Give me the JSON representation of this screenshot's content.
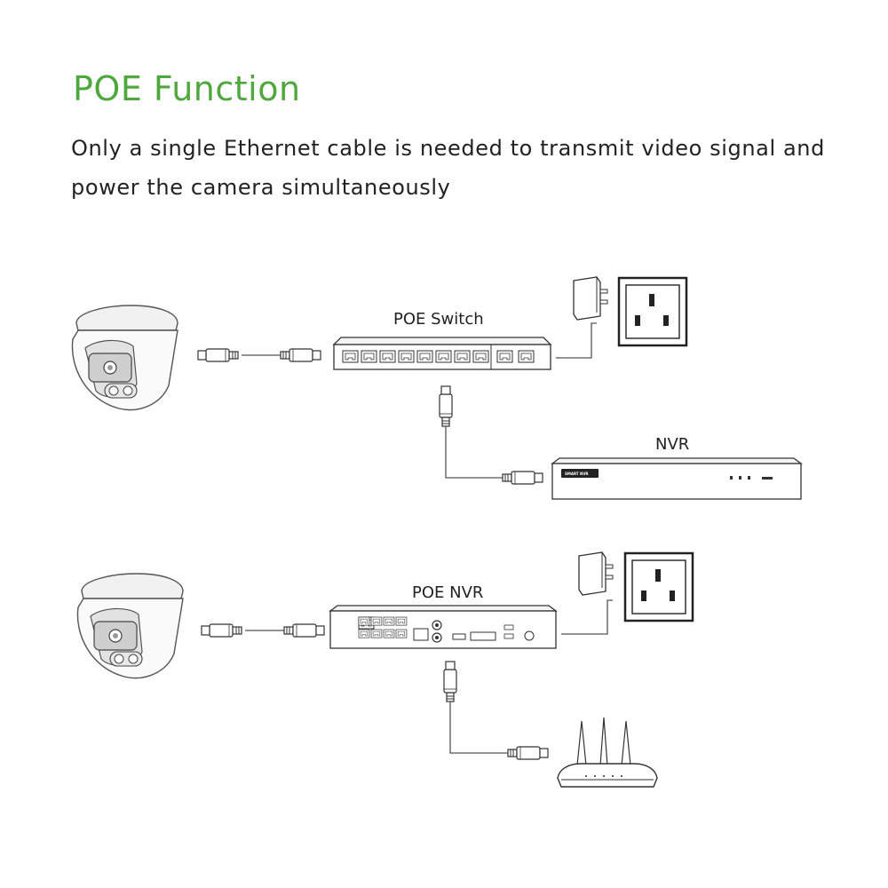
{
  "header": {
    "title": "POE Function",
    "subtitle": "Only a single Ethernet cable is needed to transmit video signal and power the camera simultaneously"
  },
  "diagram": {
    "poe_switch_label": "POE Switch",
    "nvr_label": "NVR",
    "poe_nvr_label": "POE NVR",
    "nvr_badge": "SMART NVR"
  },
  "colors": {
    "accent": "#4fa83d",
    "line": "#555555"
  }
}
